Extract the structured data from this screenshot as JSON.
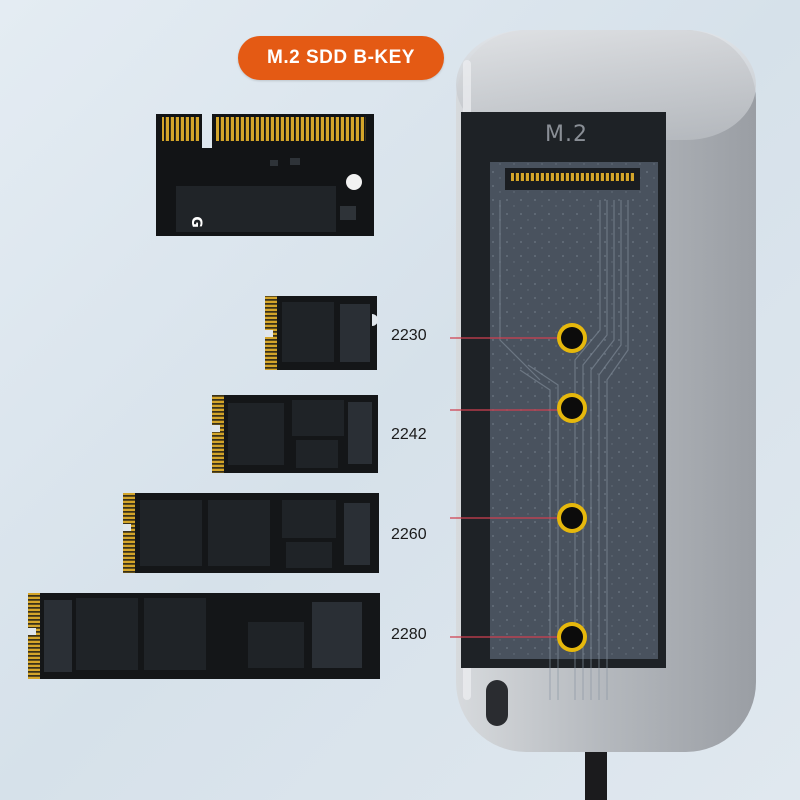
{
  "badge": {
    "label": "M.2 SDD B-KEY",
    "color": "#e45a14"
  },
  "enclosure": {
    "slot_label": "M.2"
  },
  "card_marking": "G",
  "sizes": [
    {
      "label": "2230"
    },
    {
      "label": "2242"
    },
    {
      "label": "2260"
    },
    {
      "label": "2280"
    }
  ],
  "colors": {
    "pcb": "#121416",
    "gold": "#d4a52a",
    "screw_ring": "#e6b80c",
    "pointer_line": "#d04050"
  }
}
